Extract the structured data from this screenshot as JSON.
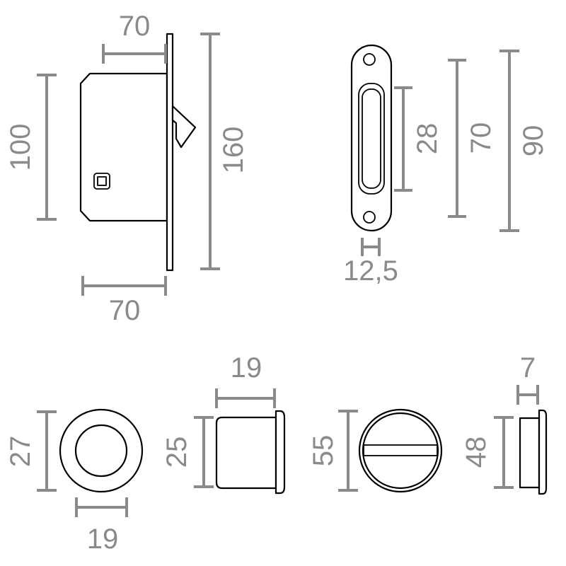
{
  "labels": {
    "lock_width_top": "70",
    "lock_height": "100",
    "faceplate_height": "160",
    "lock_width_bottom": "70",
    "strike_slot": "28",
    "strike_hole_spacing": "70",
    "strike_height": "90",
    "strike_width": "12,5",
    "pull_outer": "27",
    "pull_inner": "19",
    "pull_depth": "19",
    "pull_side_height": "25",
    "turn_outer": "55",
    "turn_depth": "7",
    "turn_side_height": "48"
  },
  "colors": {
    "dimension": "#8a8a8a",
    "outline": "#000000",
    "background": "#ffffff"
  }
}
